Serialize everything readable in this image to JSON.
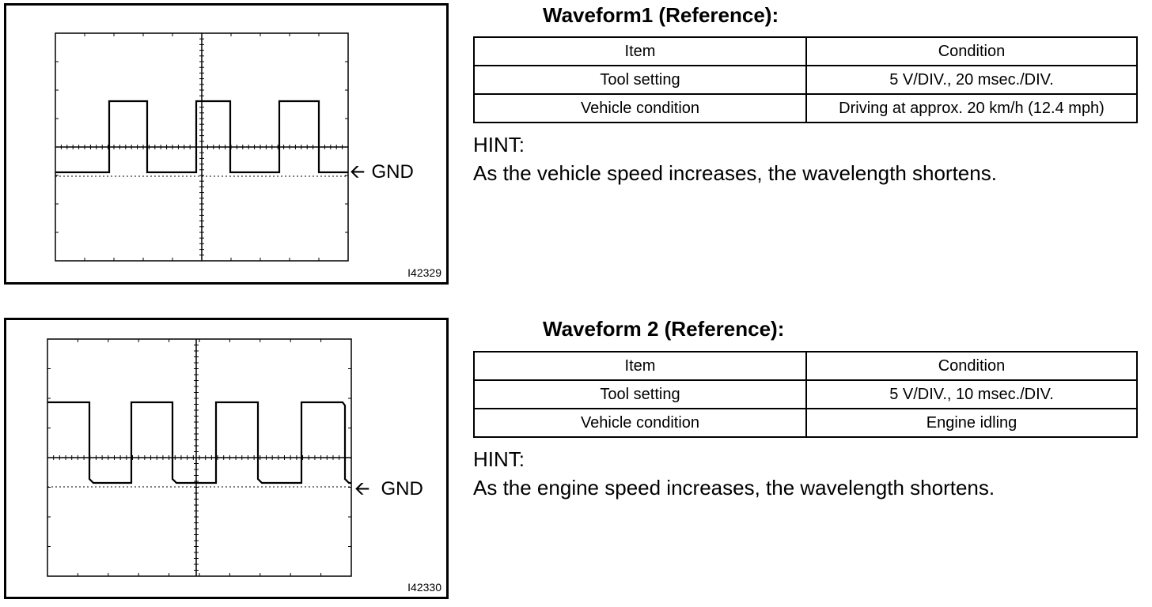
{
  "sections": [
    {
      "figure_id": "I42329",
      "gnd_label": "GND",
      "heading": "Waveform1 (Reference):",
      "table": {
        "headers": [
          "Item",
          "Condition"
        ],
        "rows": [
          [
            "Tool setting",
            "5 V/DIV., 20 msec./DIV."
          ],
          [
            "Vehicle condition",
            "Driving at approx. 20 km/h (12.4 mph)"
          ]
        ]
      },
      "hint_label": "HINT:",
      "hint_text": "As the vehicle speed increases, the wavelength shortens."
    },
    {
      "figure_id": "I42330",
      "gnd_label": "GND",
      "heading": "Waveform 2 (Reference):",
      "table": {
        "headers": [
          "Item",
          "Condition"
        ],
        "rows": [
          [
            "Tool setting",
            "5 V/DIV., 10 msec./DIV."
          ],
          [
            "Vehicle condition",
            "Engine idling"
          ]
        ]
      },
      "hint_label": "HINT:",
      "hint_text": "As the engine speed increases, the wavelength shortens."
    }
  ],
  "icons": {
    "gnd_arrow": "left-arrow-icon"
  }
}
